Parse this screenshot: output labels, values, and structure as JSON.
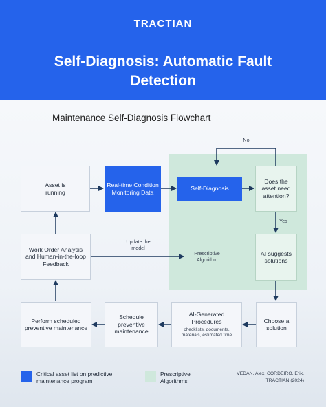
{
  "brand": "TRACTIAN",
  "title_line1": "Self-Diagnosis: Automatic Fault",
  "title_line2": "Detection",
  "subtitle": "Maintenance Self-Diagnosis Flowchart",
  "nodes": {
    "asset_running": "Asset is running",
    "realtime_monitoring": "Real-time Condition Monitoring Data",
    "self_diagnosis": "Self-Diagnosis",
    "needs_attention": "Does the asset need attention?",
    "ai_suggests": "AI suggests solutions",
    "work_order": "Work Order Analysis and Human-in-the-loop Feedback",
    "choose_solution": "Choose a solution",
    "ai_procedures": "AI-Generated Procedures",
    "ai_procedures_detail": "checklists, documents, materials, estimated time",
    "schedule_preventive": "Schedule preventive maintenance",
    "perform_preventive": "Perform scheduled preventive maintenance"
  },
  "edge_labels": {
    "no": "No",
    "yes": "Yes",
    "update_model": "Update the model",
    "prescriptive_algorithm": "Prescriptive Algorithm"
  },
  "legend": {
    "critical": "Critical asset list on predictive maintenance program",
    "prescriptive": "Prescriptive Algorithms"
  },
  "citation": {
    "line1": "VEDAN, Alex. CORDEIRO, Erik.",
    "line2": "TRACTIAN (2024)"
  },
  "colors": {
    "brand_blue": "#2563eb",
    "algorithm_green": "#cfe8dc",
    "arrow": "#1e3a5f"
  }
}
